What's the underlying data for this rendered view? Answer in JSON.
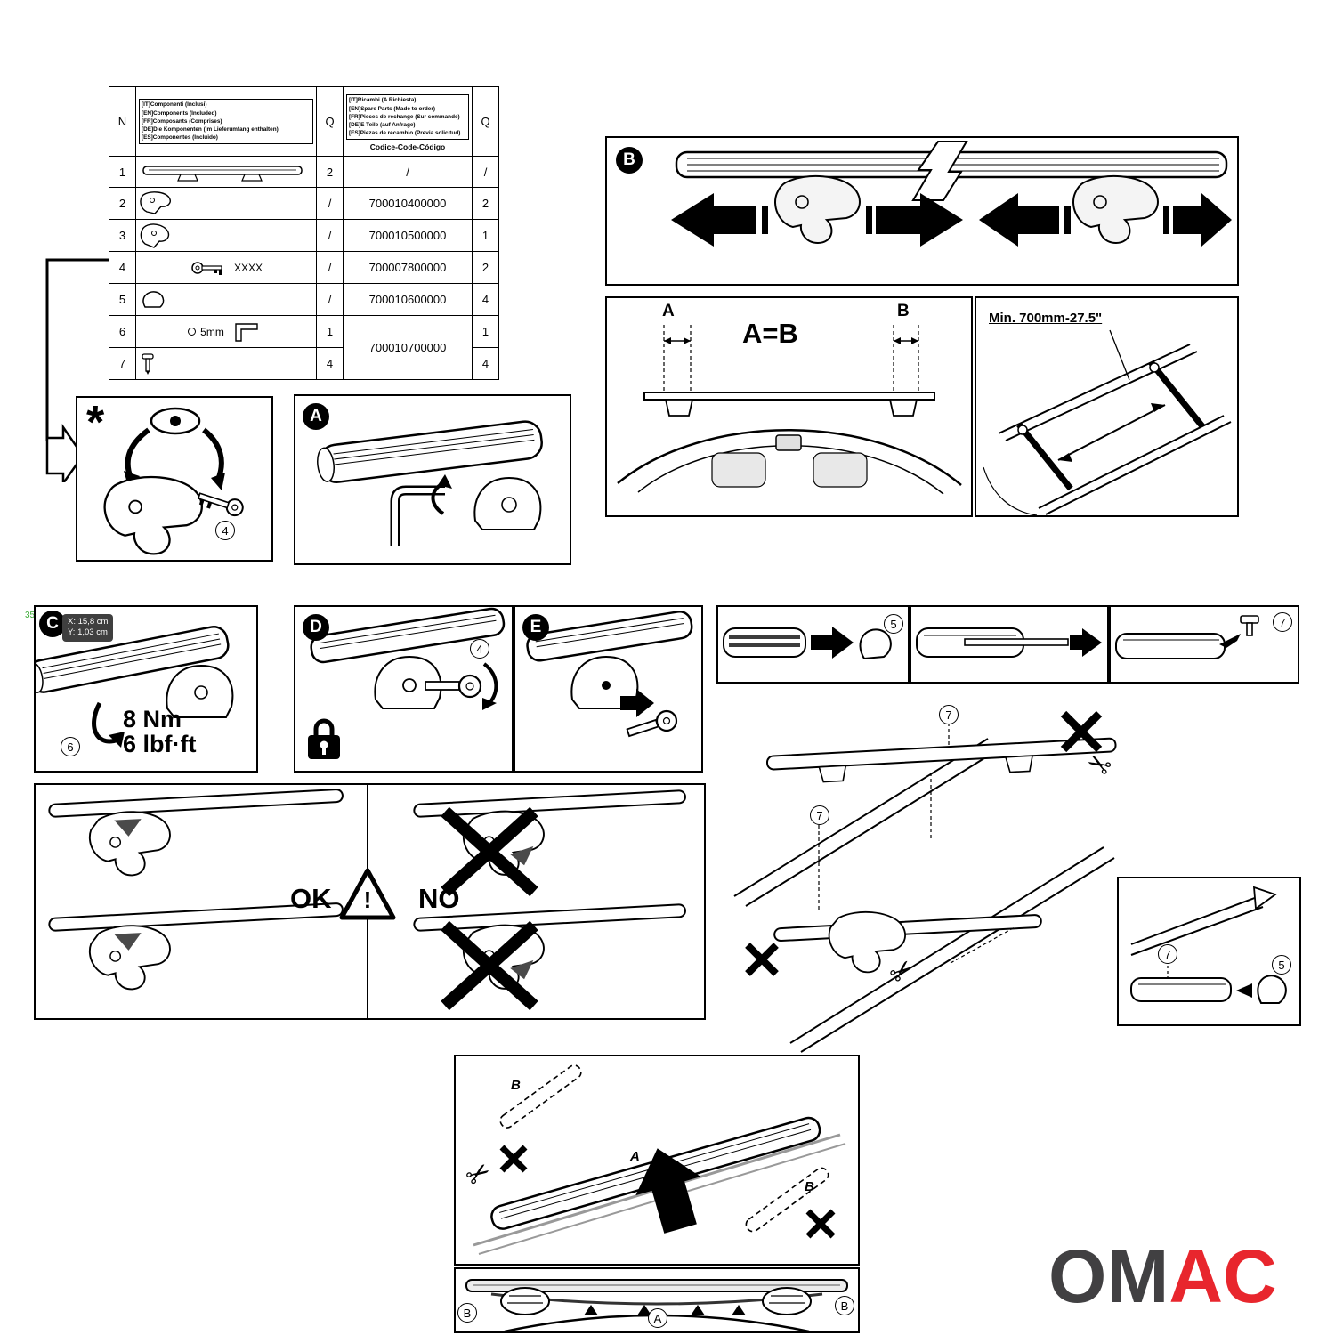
{
  "artifact": {
    "text": "350"
  },
  "parts_table": {
    "col_n": "N",
    "col_q1": "Q",
    "col_q2": "Q",
    "included_lines": [
      "[IT]Componenti (Inclusi)",
      "[EN]Components (Included)",
      "[FR]Composants (Comprises)",
      "[DE]Die Komponenten (im Lieferumfang enthalten)",
      "[ES]Componentes (Incluido)"
    ],
    "spare_lines": [
      "[IT]Ricambi (A Richiesta)",
      "[EN]Spare Parts (Made to order)",
      "[FR]Pieces de rechange (Sur commande)",
      "[DE]E Teile (auf Anfrage)",
      "[ES]Piezas de recambio (Previa solicitud)"
    ],
    "code_header": "Codice-Code-Código",
    "rows": [
      {
        "n": "1",
        "q1": "2",
        "code": "/",
        "q2": "/"
      },
      {
        "n": "2",
        "q1": "/",
        "code": "700010400000",
        "q2": "2"
      },
      {
        "n": "3",
        "q1": "/",
        "code": "700010500000",
        "q2": "1"
      },
      {
        "n": "4",
        "q1": "/",
        "code": "700007800000",
        "q2": "2",
        "label": "XXXX"
      },
      {
        "n": "5",
        "q1": "/",
        "code": "700010600000",
        "q2": "4"
      },
      {
        "n": "6",
        "q1": "1",
        "code": "700010700000",
        "q2": "1",
        "label": "5mm"
      },
      {
        "n": "7",
        "q1": "4",
        "q2": "4"
      }
    ]
  },
  "panels": {
    "star": {
      "label": "*"
    },
    "a": {
      "label": "A"
    },
    "b": {
      "label": "B"
    },
    "ab": {
      "title": "A=B",
      "dim_a": "A",
      "dim_b": "B"
    },
    "min": {
      "title": "Min. 700mm-27.5\""
    },
    "c": {
      "label": "C",
      "x": "X: 15,8 cm",
      "y": "Y: 1,03 cm",
      "nm": "8 Nm",
      "lbf": "6 lbf·ft"
    },
    "d": {
      "label": "D"
    },
    "e": {
      "label": "E"
    },
    "okno": {
      "ok": "OK",
      "no": "NO",
      "warn": "!"
    },
    "install": {
      "a": "A",
      "b": "B"
    },
    "hands": {
      "a": "A",
      "b": "B"
    }
  },
  "callouts": {
    "n4": "4",
    "n5": "5",
    "n6": "6",
    "n7": "7"
  },
  "icons": {
    "scissors": "✂"
  },
  "colors": {
    "logo_om": "#414042",
    "logo_ac": "#e8262d",
    "artifact_green": "#3aaa35"
  },
  "logo": {
    "om": "OM",
    "ac": "AC"
  }
}
